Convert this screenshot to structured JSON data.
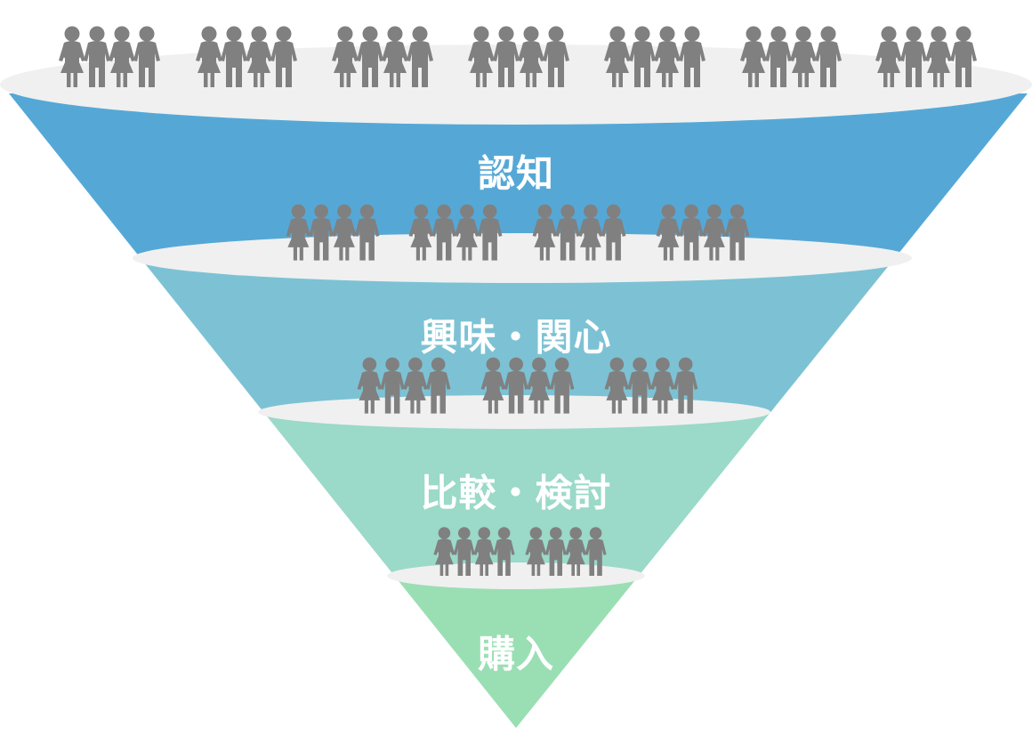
{
  "diagram": {
    "type": "marketing-funnel",
    "colors": {
      "ellipse": "#F0F0F0",
      "people": "#808080",
      "label": "#FFFFFF"
    },
    "stages": [
      {
        "label": "認知",
        "color": "#55A8D6",
        "people_groups": 7
      },
      {
        "label": "興味・関心",
        "color": "#7CC2D4",
        "people_groups": 4
      },
      {
        "label": "比較・検討",
        "color": "#9BD9C9",
        "people_groups": 3
      },
      {
        "label": "購入",
        "color": "#9ADFB3",
        "people_groups": 2
      }
    ],
    "people_group": {
      "icon": "people-group-icon",
      "figures": [
        "female",
        "male",
        "female",
        "male"
      ]
    }
  }
}
